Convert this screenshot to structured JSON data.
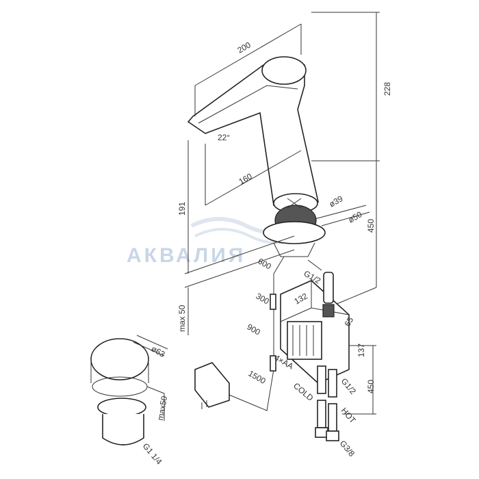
{
  "watermark": "АКВАЛИЯ",
  "faucet": {
    "width_label": "200",
    "height_label": "228",
    "angle_label": "22°",
    "reach_label": "160",
    "spout_height_label": "191",
    "dia_inner_label": "ø39",
    "dia_outer_label": "ø50",
    "total_height_label": "450",
    "deck_label": "max 50"
  },
  "control_box": {
    "cable_600": "600",
    "inlet_label": "G1/2",
    "cable_300": "300",
    "width_label": "132",
    "depth_label": "65",
    "cable_900": "900",
    "height_label": "137",
    "battery_label": "4×AA",
    "cable_1500": "1500",
    "outlet_label": "G1/2",
    "hose_height_label": "450",
    "cold_label": "COLD",
    "hot_label": "HOT",
    "connection_label": "G3/8"
  },
  "drain": {
    "dia_label": "ø63",
    "height_label": "max50",
    "thread_label": "G1 1/4"
  }
}
